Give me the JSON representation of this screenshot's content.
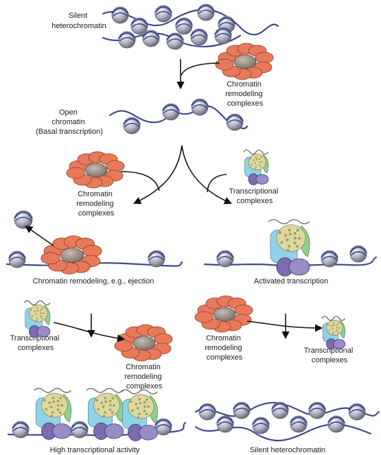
{
  "labels": {
    "silent_heterochromatin": [
      "Silent",
      "heterochromatin"
    ],
    "open_chromatin": [
      "Open",
      "chromatin",
      "(Basal transcription)"
    ],
    "chromatin_remodeling_complexes": [
      "Chromatin",
      "remodeling",
      "complexes"
    ],
    "transcriptional_complexes": [
      "Transcriptional",
      "complexes"
    ],
    "chromatin_remodeling_ejection": "Chromatin remodeling, e.g., ejection",
    "activated_transcription": "Activated transcription",
    "high_transcriptional_activity": "High transcriptional activity",
    "silent_heterochromatin_bottom": "Silent heterochromatin"
  },
  "colors": {
    "dna": "#3b4a8c",
    "histone": "#b9b9c8",
    "remodeler": "#e8795a",
    "remodeler_core": "#9a8a80",
    "tc_body": "#8fd3e6",
    "tc_green": "#8fcf94",
    "tc_purple": "#7d6bb0",
    "tc_yellow": "#ddd7a0"
  }
}
